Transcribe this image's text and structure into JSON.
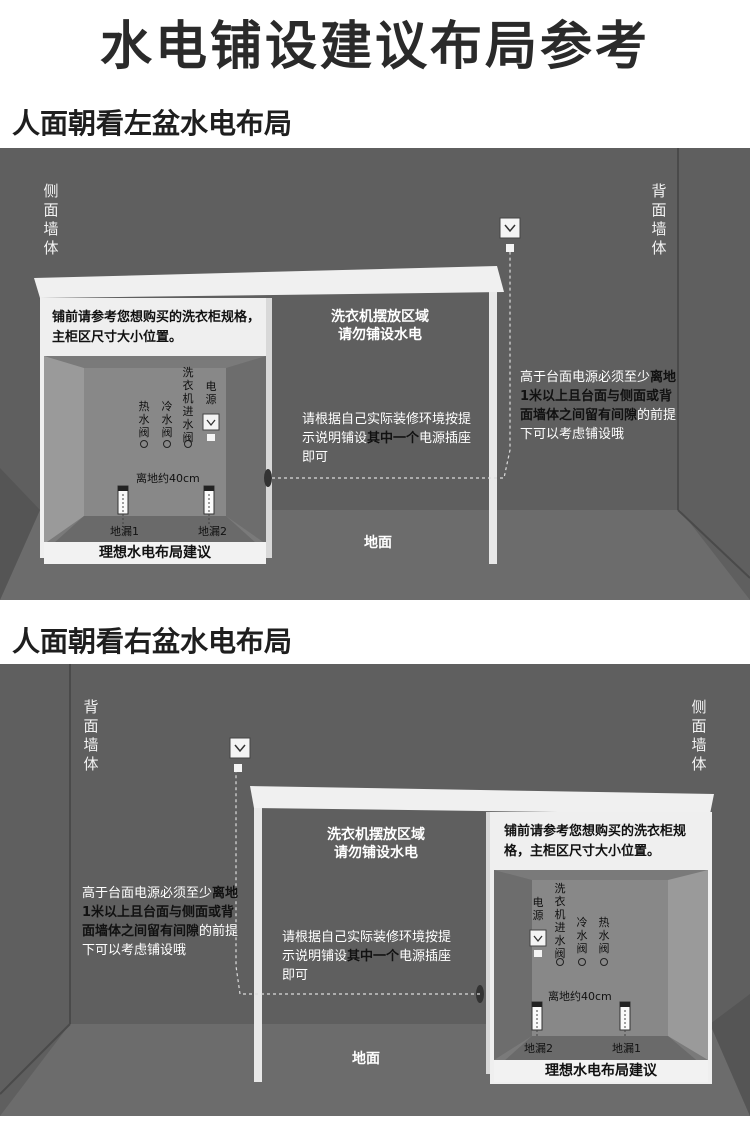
{
  "title": "水电铺设建议布局参考",
  "icons": {
    "outlet": "outlet-icon",
    "valve": "valve-circle-icon",
    "drain": "floor-drain-icon"
  },
  "colors": {
    "wall": "#5e5e5e",
    "floor": "#6b6b6b",
    "counter": "#f2f2f2",
    "text_light": "#ffffff",
    "text_dark": "#111111"
  },
  "layouts": [
    {
      "section_title": "人面朝看左盆水电布局",
      "wall_left": "侧面墙体",
      "wall_right": "背面墙体",
      "cabinet_note": "铺前请参考您想购买的洗衣柜规格，主柜区尺寸大小位置。",
      "washer_zone": "洗衣机摆放区域\n请勿铺设水电",
      "socket_tip_pre": "请根据自己实际装修环境按提示说明铺设",
      "socket_tip_bold": "其中一个",
      "socket_tip_post": "电源插座即可",
      "power_tip_pre": "高于台面电源必须至少",
      "power_tip_bold": "离地1米以上且台面与侧面或背面墙体之间留有间隙",
      "power_tip_post": "的前提下可以考虑铺设哦",
      "valves": [
        "热水阀",
        "冷水阀",
        "洗衣机进水阀"
      ],
      "power_label": "电源",
      "height_note": "离地约40cm",
      "drain_a": "地漏1",
      "drain_b": "地漏2",
      "ideal_label": "理想水电布局建议",
      "floor_label": "地面"
    },
    {
      "section_title": "人面朝看右盆水电布局",
      "wall_left": "背面墙体",
      "wall_right": "侧面墙体",
      "cabinet_note": "铺前请参考您想购买的洗衣柜规格，主柜区尺寸大小位置。",
      "washer_zone": "洗衣机摆放区域\n请勿铺设水电",
      "socket_tip_pre": "请根据自己实际装修环境按提示说明铺设",
      "socket_tip_bold": "其中一个",
      "socket_tip_post": "电源插座即可",
      "power_tip_pre": "高于台面电源必须至少",
      "power_tip_bold": "离地1米以上且台面与侧面或背面墙体之间留有间隙",
      "power_tip_post": "的前提下可以考虑铺设哦",
      "valves": [
        "洗衣机进水阀",
        "冷水阀",
        "热水阀"
      ],
      "power_label": "电源",
      "height_note": "离地约40cm",
      "drain_a": "地漏2",
      "drain_b": "地漏1",
      "ideal_label": "理想水电布局建议",
      "floor_label": "地面"
    }
  ]
}
